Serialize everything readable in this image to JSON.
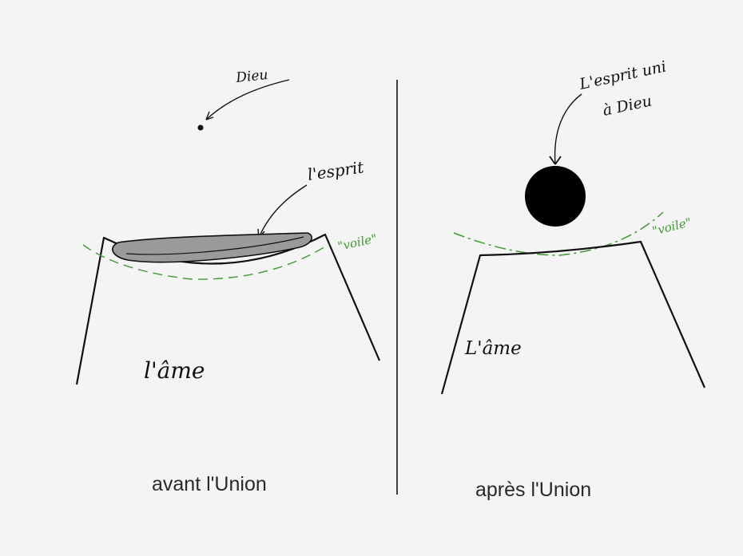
{
  "left": {
    "dieu": "Dieu",
    "esprit": "l'esprit",
    "voile": "\"voile\"",
    "ame": "l'âme",
    "caption": "avant l'Union"
  },
  "right": {
    "esprit_line1": "L'esprit uni",
    "esprit_line2": "à Dieu",
    "voile": "\"voile\"",
    "ame": "L'âme",
    "caption": "après l'Union"
  },
  "colors": {
    "ink": "#111111",
    "veil": "#3f9a33",
    "spirit_fill": "#8a8a8a",
    "background": "#f4f4f4"
  }
}
